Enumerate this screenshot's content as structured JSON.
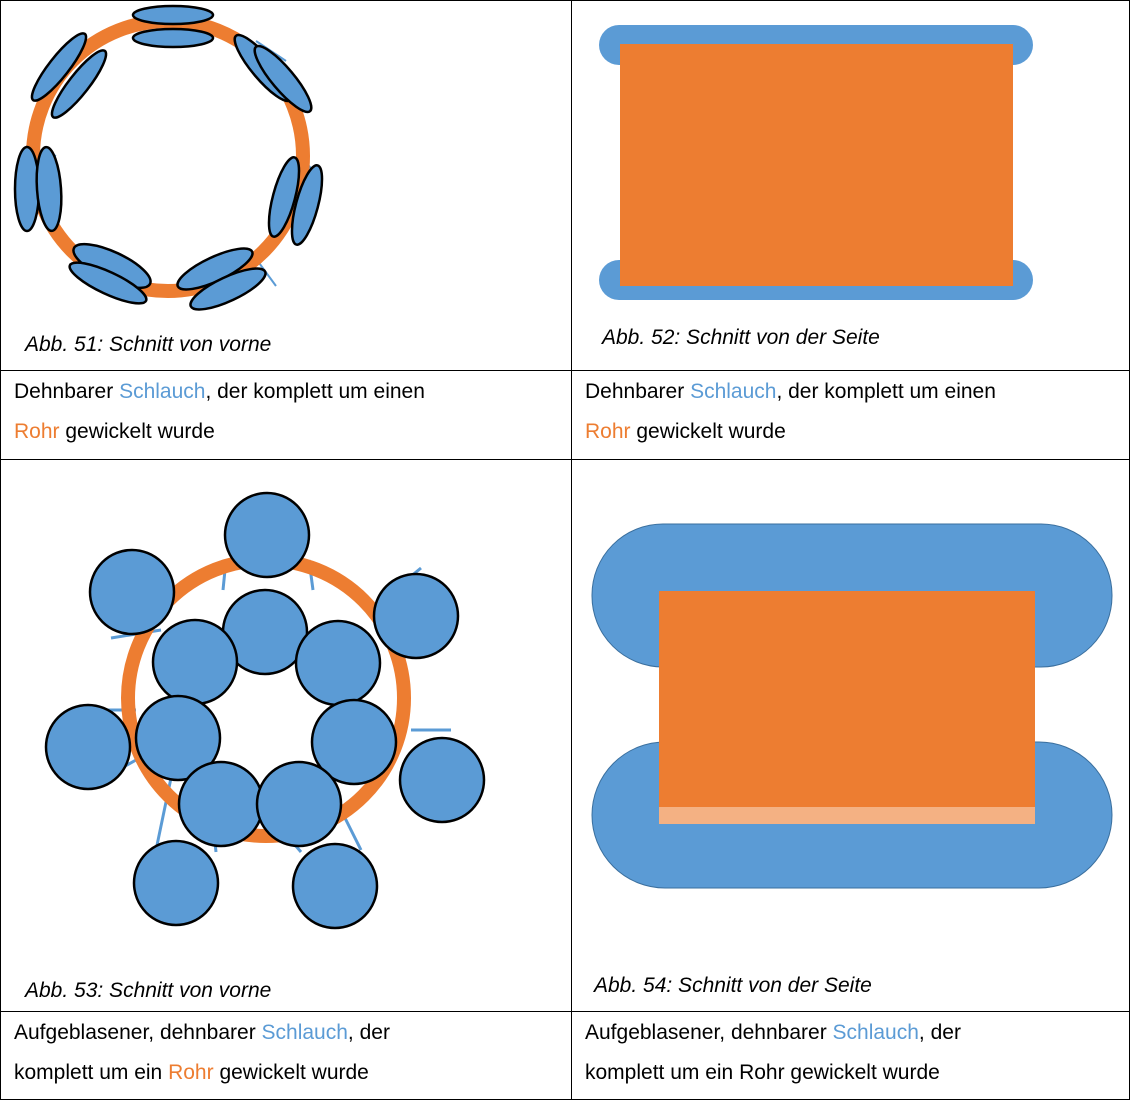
{
  "colors": {
    "tube": "#5b9bd5",
    "pipe": "#ed7d31",
    "pipe_light": "#f4b183",
    "outline": "#000000"
  },
  "figures": {
    "fig51": {
      "caption": "Abb. 51: Schnitt von vorne"
    },
    "fig52": {
      "caption": "Abb. 52: Schnitt von der Seite"
    },
    "fig53": {
      "caption": "Abb. 53: Schnitt von vorne"
    },
    "fig54": {
      "caption": "Abb. 54: Schnitt von der Seite"
    }
  },
  "descriptions": {
    "row1_left": {
      "t1": "Dehnbarer ",
      "t2": "Schlauch",
      "t3": ", der komplett um einen",
      "t4": "Rohr",
      "t5": " gewickelt wurde"
    },
    "row1_right": {
      "t1": "Dehnbarer ",
      "t2": "Schlauch",
      "t3": ", der komplett um einen",
      "t4": "Rohr",
      "t5": " gewickelt wurde"
    },
    "row2_left": {
      "t1": "Aufgeblasener, dehnbarer ",
      "t2": "Schlauch",
      "t3": ", der",
      "t4": "komplett um ein ",
      "t5": "Rohr",
      "t6": " gewickelt wurde"
    },
    "row2_right": {
      "t1": "Aufgeblasener, dehnbarer ",
      "t2": "Schlauch",
      "t3": ", der",
      "t4": "komplett um ein Rohr gewickelt wurde"
    }
  }
}
